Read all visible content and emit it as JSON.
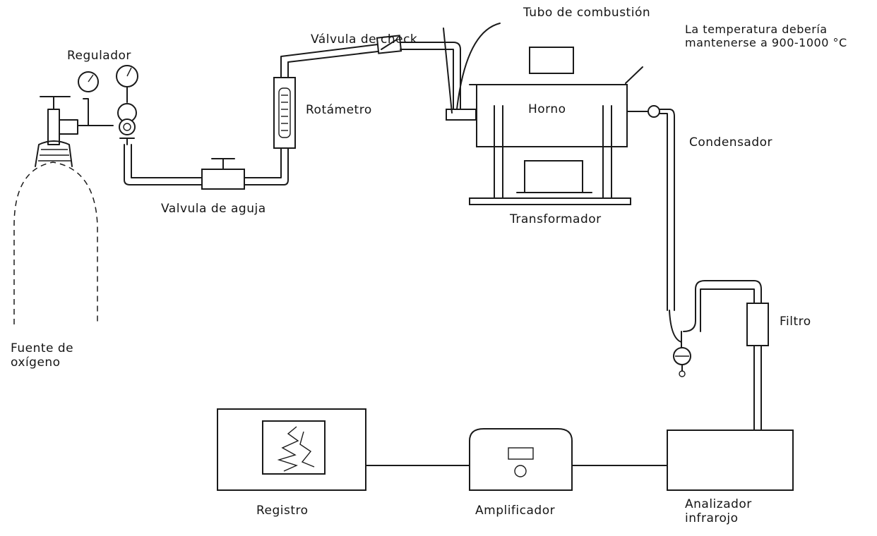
{
  "labels": {
    "tubo_combustion": "Tubo de combustión",
    "temperatura": "La temperatura debería mantenerse a 900-1000 °C",
    "valvula_check": "Válvula de check",
    "regulador": "Regulador",
    "rotametro": "Rotámetro",
    "horno": "Horno",
    "condensador": "Condensador",
    "valvula_aguja": "Valvula de aguja",
    "transformador": "Transformador",
    "filtro": "Filtro",
    "fuente_oxigeno": "Fuente de oxígeno",
    "registro": "Registro",
    "amplificador": "Amplificador",
    "analizador": "Analizador infrarojo"
  }
}
